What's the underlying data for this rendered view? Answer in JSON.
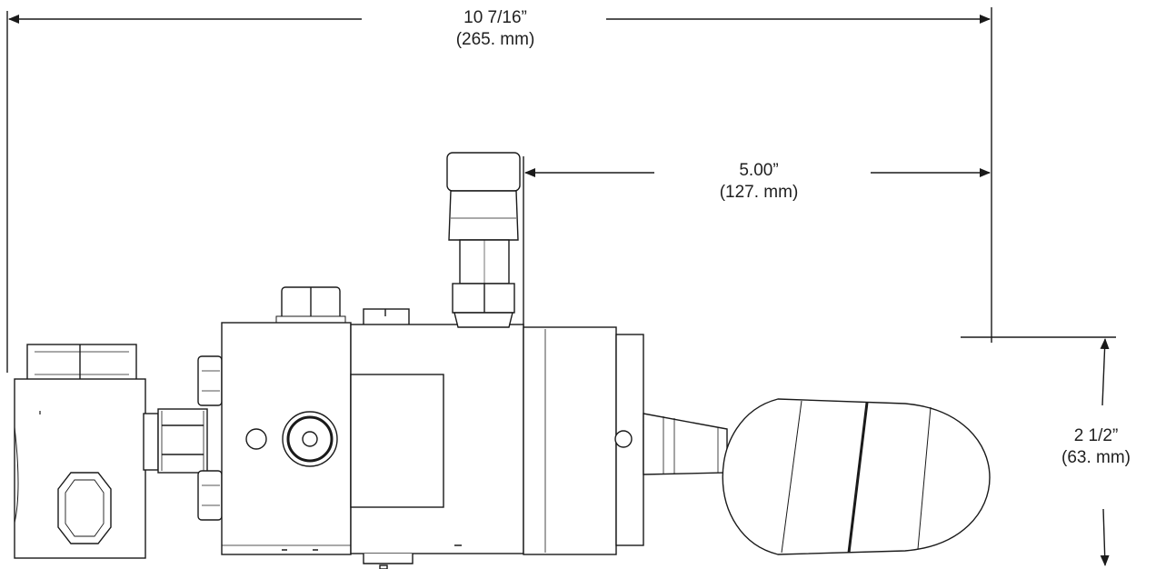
{
  "dimensions": {
    "overall_length": {
      "imperial": "10 7/16”",
      "metric": "(265. mm)"
    },
    "probe_offset": {
      "imperial": "5.00”",
      "metric": "(127. mm)"
    },
    "float_height": {
      "imperial": "2 1/2”",
      "metric": "(63. mm)"
    }
  },
  "colors": {
    "line": "#1a1a1a",
    "fill": "#ffffff",
    "background": "#ffffff"
  }
}
